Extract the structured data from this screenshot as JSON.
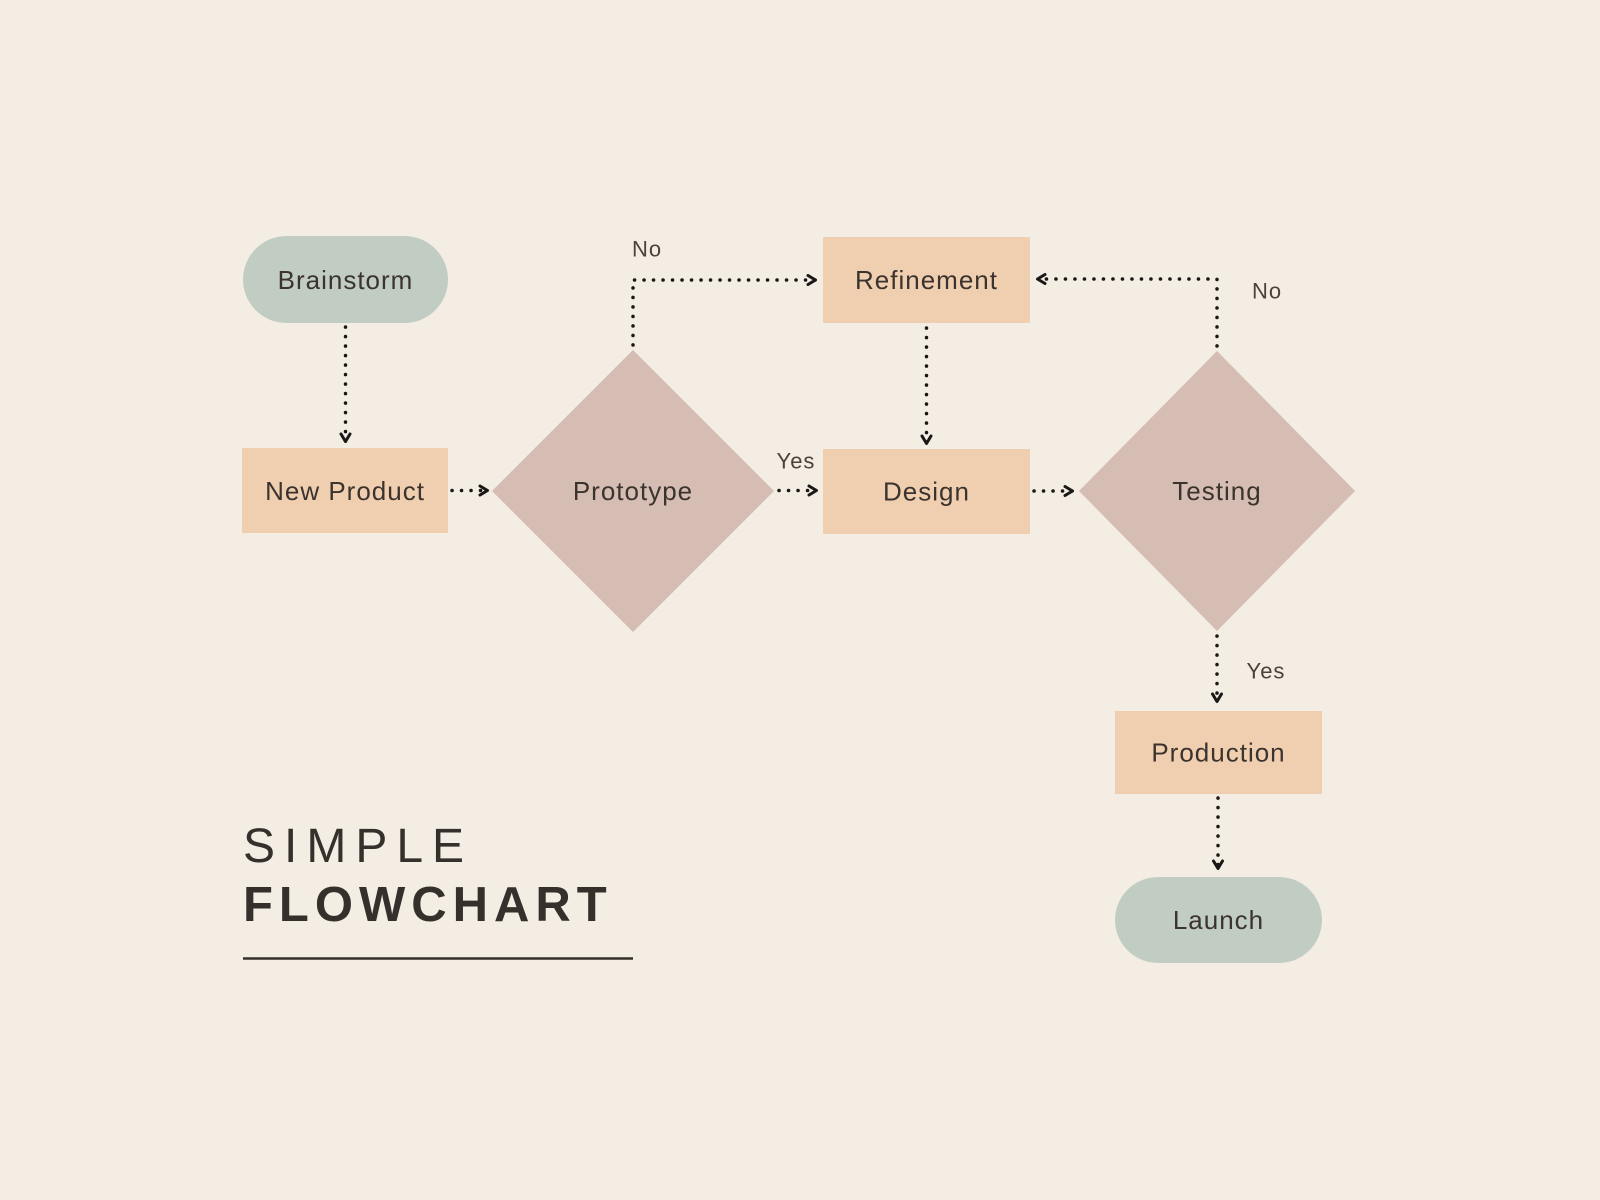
{
  "title": {
    "line1": "SIMPLE",
    "line2": "FLOWCHART"
  },
  "colors": {
    "background": "#f3ede4",
    "sage": "#c1cdc3",
    "peach": "#f0cfb1",
    "mauve": "#d5bdb3",
    "connector": "#1a1816",
    "node_text": "#3b332d",
    "edge_label_text": "#49433c",
    "title_text": "#35302b"
  },
  "nodes": [
    {
      "id": "brainstorm",
      "shape": "rounded-pill",
      "label": "Brainstorm"
    },
    {
      "id": "new-product",
      "shape": "rectangle",
      "label": "New Product"
    },
    {
      "id": "prototype",
      "shape": "diamond",
      "label": "Prototype"
    },
    {
      "id": "refinement",
      "shape": "rectangle",
      "label": "Refinement"
    },
    {
      "id": "design",
      "shape": "rectangle",
      "label": "Design"
    },
    {
      "id": "testing",
      "shape": "diamond",
      "label": "Testing"
    },
    {
      "id": "production",
      "shape": "rectangle",
      "label": "Production"
    },
    {
      "id": "launch",
      "shape": "rounded-pill",
      "label": "Launch"
    }
  ],
  "edges": [
    {
      "from": "Brainstorm",
      "to": "New Product",
      "label": ""
    },
    {
      "from": "New Product",
      "to": "Prototype",
      "label": ""
    },
    {
      "from": "Prototype",
      "to": "Refinement",
      "label": "No"
    },
    {
      "from": "Prototype",
      "to": "Design",
      "label": "Yes"
    },
    {
      "from": "Refinement",
      "to": "Design",
      "label": ""
    },
    {
      "from": "Design",
      "to": "Testing",
      "label": ""
    },
    {
      "from": "Testing",
      "to": "Refinement",
      "label": "No"
    },
    {
      "from": "Testing",
      "to": "Production",
      "label": "Yes"
    },
    {
      "from": "Production",
      "to": "Launch",
      "label": ""
    }
  ]
}
